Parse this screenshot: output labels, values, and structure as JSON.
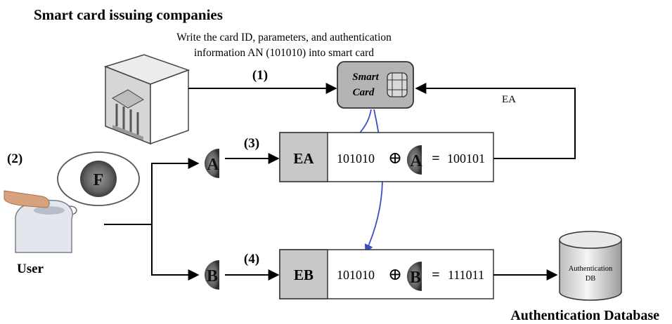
{
  "title": "Smart card issuing companies",
  "instruction": {
    "line1": "Write the card ID, parameters,  and  authentication",
    "line2": "information  AN (101010) into smart card"
  },
  "steps": {
    "s1": "(1)",
    "s2": "(2)",
    "s3": "(3)",
    "s4": "(4)"
  },
  "smart_card": {
    "line1": "Smart",
    "line2": "Card"
  },
  "feedback_label": "EA",
  "user_label": "User",
  "fingerprints": {
    "full": "F",
    "part_a": "A",
    "part_b": "B"
  },
  "row_a": {
    "tag": "EA",
    "value": "101010",
    "operator": "⊕",
    "part": "A",
    "equals": "=",
    "result": "100101"
  },
  "row_b": {
    "tag": "EB",
    "value": "101010",
    "operator": "⊕",
    "part": "B",
    "equals": "=",
    "result": "111011"
  },
  "database": {
    "line1": "Authentication",
    "line2": "DB",
    "caption": "Authentication Database"
  },
  "colors": {
    "accent_arrow": "#3a4fc4",
    "box_fill": "#c8c8c8",
    "card_fill": "#b4b4b4"
  },
  "icons": {
    "issuer": "building-icon",
    "user": "fingerprint-reader-icon",
    "db": "database-cylinder-icon"
  }
}
